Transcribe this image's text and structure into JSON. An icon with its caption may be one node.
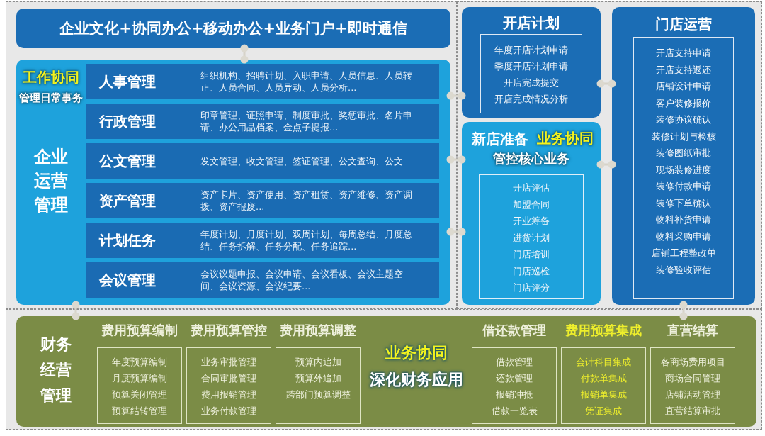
{
  "diagram": {
    "nodes": [
      {
        "text": [
          "企业文化+协同办公+移动办公+业务门户+即时通信"
        ]
      },
      {
        "text": [
          "企业运营管理"
        ]
      },
      {
        "text": [
          "人事管理",
          "组织机构、招聘计划、入职申请、人员信息、人员转正、人员合同、人员异动、人员分析..."
        ],
        "in": 1
      },
      {
        "text": [
          "行政管理",
          "印章管理、证照申请、制度审批、奖惩审批、名片申请、办公用品档案、金点子提报..."
        ],
        "in": 1
      },
      {
        "text": [
          "公文管理",
          "发文管理、收文管理、签证管理、公文查询、公文"
        ],
        "in": 1
      },
      {
        "text": [
          "资产管理",
          "资产卡片、资产使用、资产租赁、资产维修、资产调拨、资产报废..."
        ],
        "in": 1
      },
      {
        "text": [
          "计划任务",
          "年度计划、月度计划、双周计划、每周总结、月度总结、任务拆解、任务分配、任务追踪..."
        ],
        "in": 1
      },
      {
        "text": [
          "会议管理",
          "会议议题申报、会议申请、会议看板、会议主题空间、会议资源、会议纪要..."
        ],
        "in": 1
      },
      {
        "text": [
          "开店计划"
        ]
      },
      {
        "text": [
          "年度开店计划申请",
          "季度开店计划申请",
          "开店完成提交",
          "开店完成情况分析"
        ],
        "in": 8
      },
      {
        "text": [
          "新店准备"
        ]
      },
      {
        "text": [
          "开店评估",
          "加盟合同",
          "开业筹备",
          "进货计划",
          "门店培训",
          "门店巡检",
          "门店评分"
        ],
        "in": 10
      },
      {
        "text": [
          "门店运营"
        ]
      },
      {
        "text": [
          "开店支持申请",
          "开店支持返还",
          "店铺设计申请",
          "客户装修报价",
          "装修协议确认",
          "装修计划与检核",
          "装修图纸审批",
          "现场装修进度",
          "装修付款申请",
          "装修下单确认",
          "物料补货申请",
          "物料采购申请",
          "店铺工程整改单",
          "装修验收评估"
        ],
        "in": 12
      },
      {
        "text": [
          "财务经营管理"
        ]
      },
      {
        "text": [
          "费用预算编制",
          "年度预算编制",
          "月度预算编制",
          "预算关闭管理",
          "预算结转管理"
        ],
        "in": 14
      },
      {
        "text": [
          "费用预算管控",
          "业务审批管理",
          "合同审批管理",
          "费用报销管理",
          "业务付款管理"
        ],
        "in": 14
      },
      {
        "text": [
          "费用预算调整",
          "预算内追加",
          "预算外追加",
          "跨部门预算调整"
        ],
        "in": 14
      },
      {
        "text": [
          "借还款管理",
          "借款管理",
          "还款管理",
          "报销冲抵",
          "借款一览表"
        ],
        "in": 14
      },
      {
        "text": [
          "费用预算集成",
          "会计科目集成",
          "付款单集成",
          "报销单集成",
          "凭证集成"
        ],
        "in": 14
      },
      {
        "text": [
          "直营结算",
          "各商场费用项目",
          "商场合同管理",
          "店铺活动管理",
          "直营结算审批"
        ],
        "in": 14
      }
    ],
    "edges": [
      {
        "from": 0,
        "to": 1,
        "arrow": "other"
      },
      {
        "from": 1,
        "to": 8,
        "arrow": "other"
      },
      {
        "from": 1,
        "to": 10,
        "arrow": "other"
      },
      {
        "from": 1,
        "to": 10,
        "arrow": "other"
      },
      {
        "from": 8,
        "to": 12,
        "arrow": "other"
      },
      {
        "from": 10,
        "to": 12,
        "arrow": "other"
      },
      {
        "from": 1,
        "to": 14,
        "arrow": "other"
      },
      {
        "from": 12,
        "to": 14,
        "arrow": "other"
      }
    ],
    "labels": [
      "工作协同",
      "管理日常事务",
      "业务协同",
      "管控核心业务",
      "业务协同",
      "深化财务应用"
    ]
  }
}
